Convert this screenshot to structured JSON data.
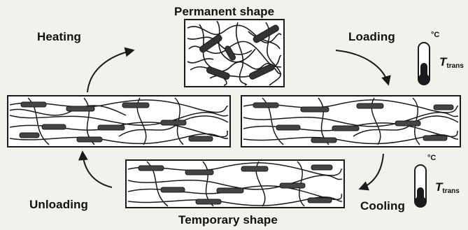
{
  "labels": {
    "permanent": "Permanent shape",
    "heating": "Heating",
    "loading": "Loading",
    "unloading": "Unloading",
    "cooling": "Cooling",
    "temporary": "Temporary shape"
  },
  "thermometers": [
    {
      "unit": "°C",
      "symbol": "T",
      "subscript": "trans",
      "level": "low"
    },
    {
      "unit": "°C",
      "symbol": "T",
      "subscript": "trans",
      "level": "high"
    }
  ],
  "colors": {
    "ink": "#1a1a1a",
    "paper": "#f3f1ec",
    "panel": "#ffffff"
  }
}
